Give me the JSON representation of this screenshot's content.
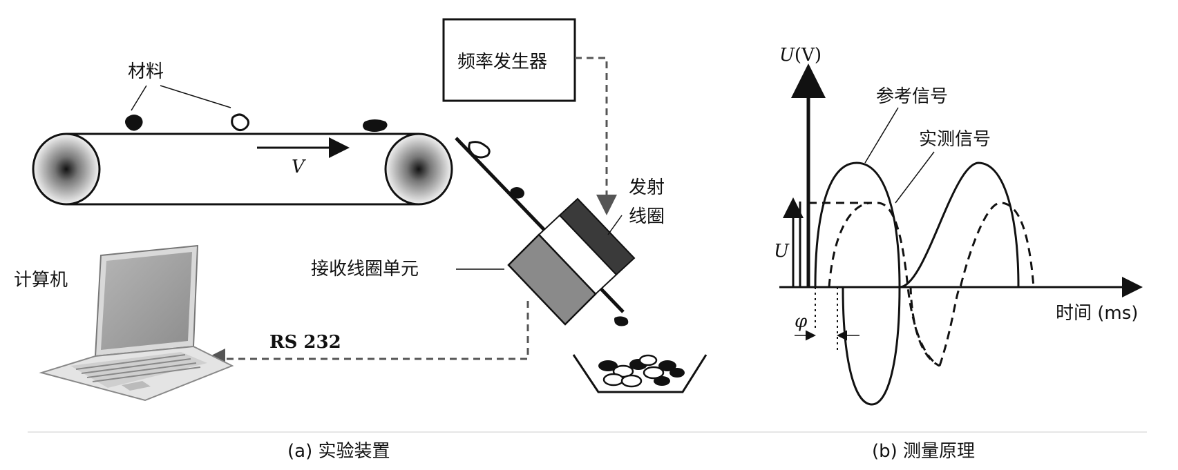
{
  "panel_a": {
    "caption": "(a) 实验装置",
    "material_label": "材料",
    "velocity_label": "V",
    "freq_generator_label": "频率发生器",
    "emit_coil_line1": "发射",
    "emit_coil_line2": "线圈",
    "receive_coil_label": "接收线圈单元",
    "computer_label": "计算机",
    "link_label": "RS 232"
  },
  "panel_b": {
    "caption": "(b) 测量原理",
    "y_axis_label": "U(V)",
    "x_axis_label": "时间 (ms)",
    "amplitude_label": "U",
    "phase_label": "φ",
    "reference_signal_label": "参考信号",
    "measured_signal_label": "实测信号"
  },
  "colors": {
    "line": "#111111",
    "coil_dark": "#3a3a3a",
    "coil_gray": "#8a8a8a",
    "dashed": "#555555"
  }
}
